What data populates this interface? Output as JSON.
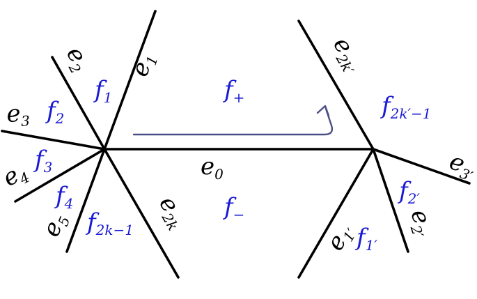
{
  "colors": {
    "edge": "#000000",
    "face_label": "#1a1ad4",
    "arrow": "#4a4f86",
    "background": "#ffffff"
  },
  "edges": {
    "e0": {
      "base": "e",
      "sub": "0"
    },
    "e1": {
      "base": "e",
      "sub": "1"
    },
    "e2": {
      "base": "e",
      "sub": "2"
    },
    "e3": {
      "base": "e",
      "sub": "3"
    },
    "e4": {
      "base": "e",
      "sub": "4"
    },
    "e5": {
      "base": "e",
      "sub": "5"
    },
    "e2k": {
      "base": "e",
      "sub": "2k"
    },
    "e1p": {
      "base": "e",
      "sub": "1′"
    },
    "e2p": {
      "base": "e",
      "sub": "2′"
    },
    "e3p": {
      "base": "e",
      "sub": "3′"
    },
    "e2kp": {
      "base": "e",
      "sub": "2k′"
    }
  },
  "faces": {
    "fplus": {
      "base": "f",
      "sub": "+"
    },
    "fminus": {
      "base": "f",
      "sub": "−"
    },
    "f1": {
      "base": "f",
      "sub": "1"
    },
    "f2": {
      "base": "f",
      "sub": "2"
    },
    "f3": {
      "base": "f",
      "sub": "3"
    },
    "f4": {
      "base": "f",
      "sub": "4"
    },
    "f2km1": {
      "base": "f",
      "sub": "2k−1"
    },
    "f1p": {
      "base": "f",
      "sub": "1′"
    },
    "f2p": {
      "base": "f",
      "sub": "2′"
    },
    "f2kpm1": {
      "base": "f",
      "sub": "2k′−1"
    }
  }
}
